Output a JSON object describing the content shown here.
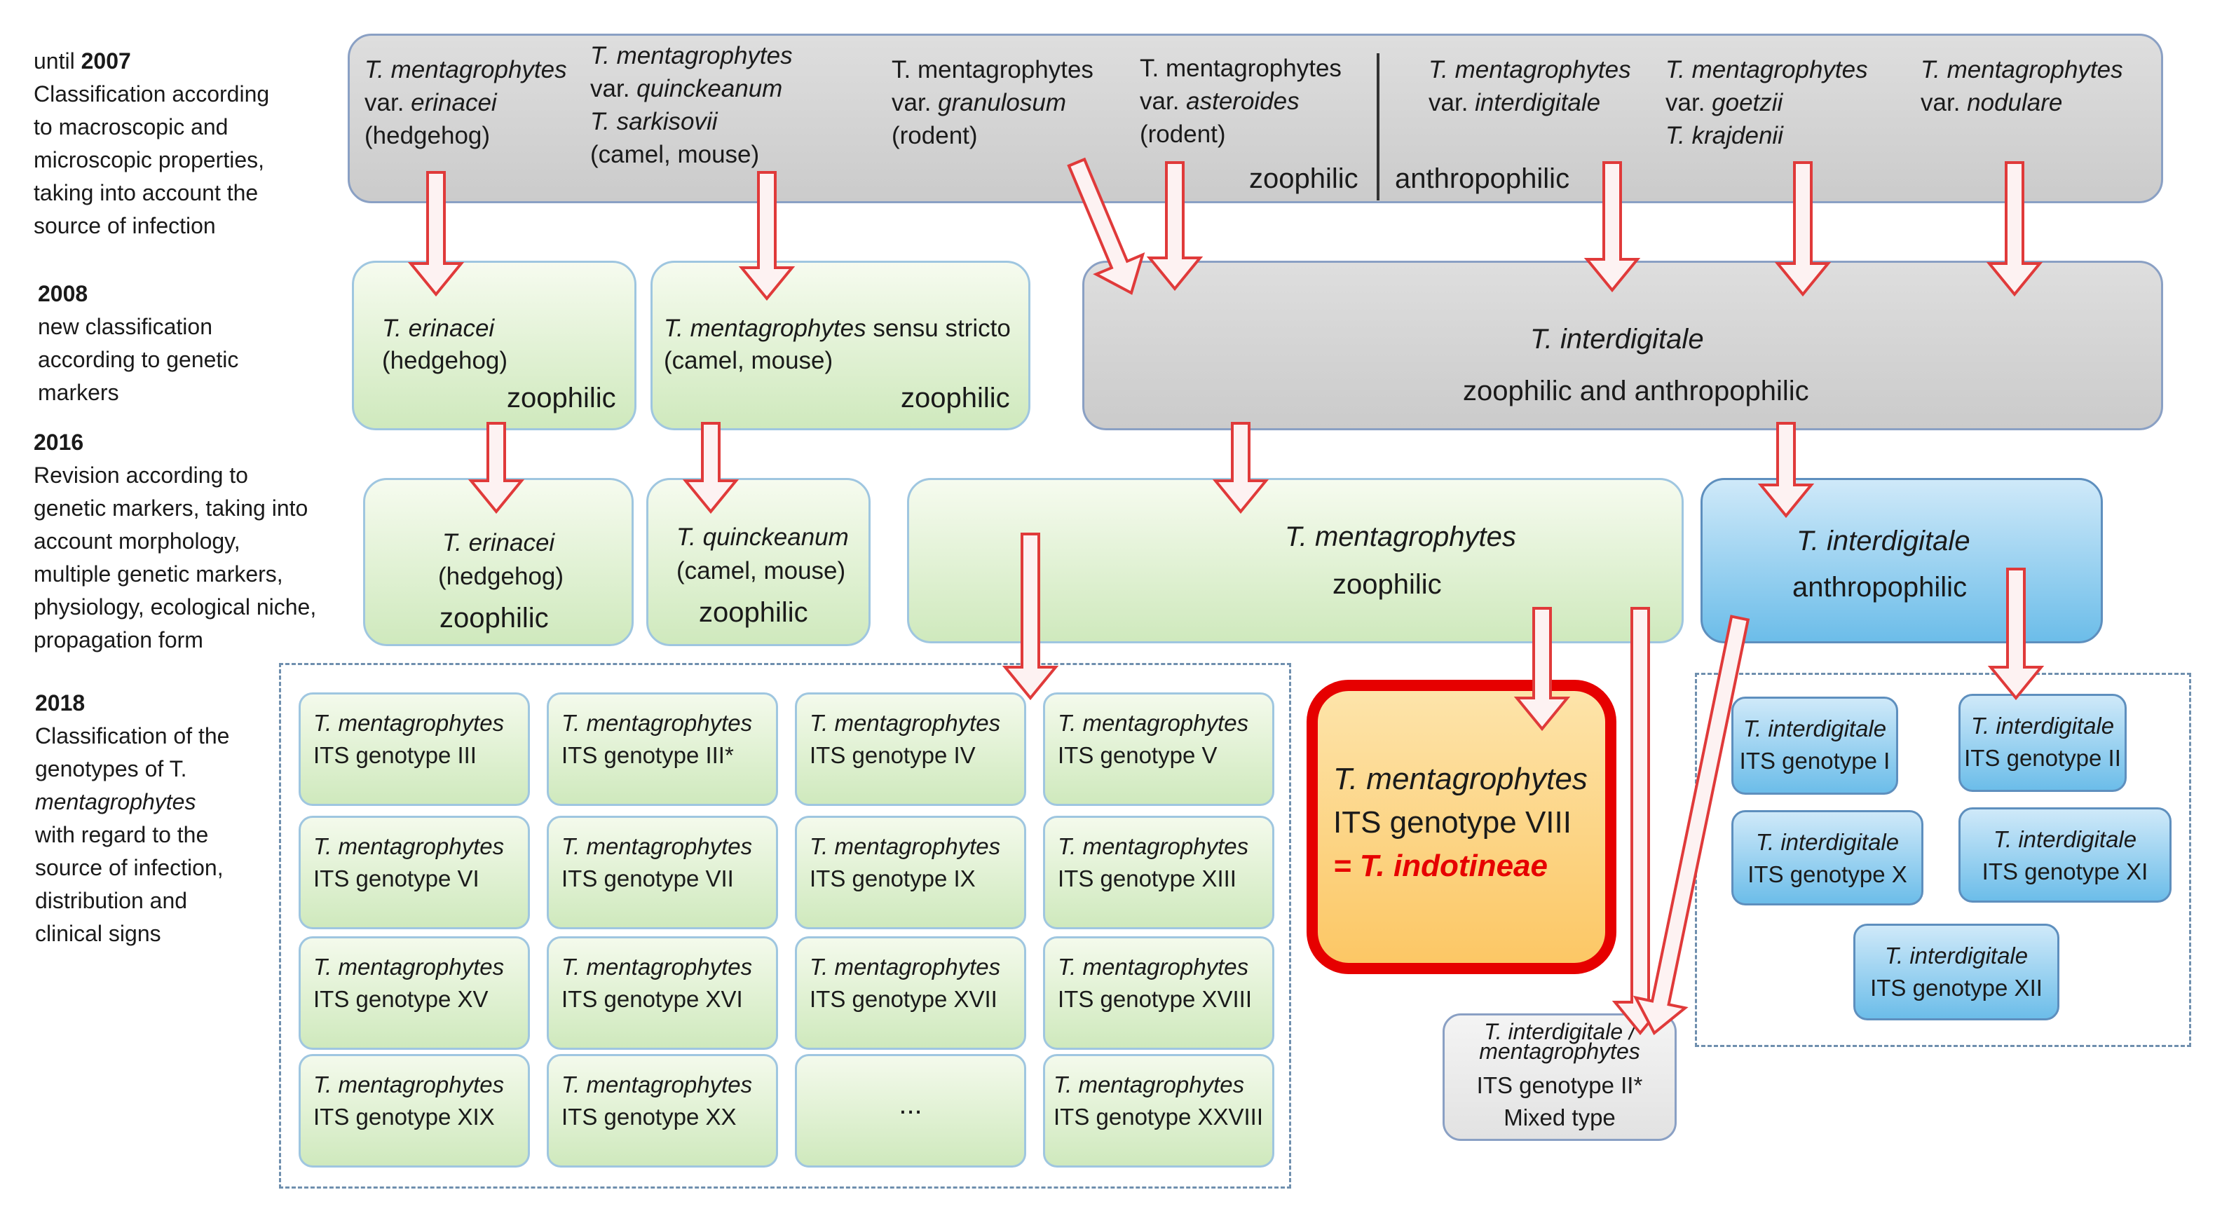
{
  "eras": [
    {
      "prefix": "until ",
      "year": "2007",
      "lines": [
        "Classification according",
        "to macroscopic and",
        "microscopic properties,",
        "taking into account the",
        "source of infection"
      ]
    },
    {
      "prefix": "",
      "year": "2008",
      "lines": [
        "new classification",
        "according to genetic",
        "markers"
      ]
    },
    {
      "prefix": "",
      "year": "2016",
      "lines": [
        "Revision according to",
        "genetic markers, taking into",
        "account morphology,",
        "multiple genetic markers,",
        "physiology, ecological niche,",
        "propagation form"
      ]
    },
    {
      "prefix": "",
      "year": "2018",
      "lines": [
        "Classification of the",
        "genotypes of T.",
        "mentagrophytes",
        "with regard to the",
        "source of infection,",
        "distribution and",
        "clinical signs"
      ]
    }
  ],
  "row2007": {
    "erinacei": {
      "l1": "T. mentagrophytes",
      "l2a": "var. ",
      "l2b": "erinacei",
      "l3": "(hedgehog)"
    },
    "quinckeanum": {
      "l1": "T. mentagrophytes",
      "l2a": "var. ",
      "l2b": "quinckeanum",
      "l3": "T. sarkisovii",
      "l4": "(camel, mouse)"
    },
    "granulosum": {
      "l1": "T. mentagrophytes",
      "l2a": "var. ",
      "l2b": "granulosum",
      "l3": "(rodent)"
    },
    "asteroides": {
      "l1": "T. mentagrophytes",
      "l2a": "var. ",
      "l2b": "asteroides",
      "l3": "(rodent)"
    },
    "interdigitale": {
      "l1": "T. mentagrophytes",
      "l2a": "var. ",
      "l2b": "interdigitale"
    },
    "goetzii": {
      "l1": "T. mentagrophytes",
      "l2a": "var. ",
      "l2b": "goetzii",
      "l3": "T. krajdenii"
    },
    "nodulare": {
      "l1": "T. mentagrophytes",
      "l2a": "var. ",
      "l2b": "nodulare"
    },
    "zoophilic": "zoophilic",
    "anthropophilic": "anthropophilic"
  },
  "row2008": {
    "erinacei": {
      "name": "T. erinacei",
      "host": "(hedgehog)",
      "type": "zoophilic"
    },
    "mentagrophytes": {
      "name": "T. mentagrophytes",
      "suffix": " sensu stricto",
      "host": "(camel, mouse)",
      "type": "zoophilic"
    },
    "interdigitale": {
      "name": "T. interdigitale",
      "type": "zoophilic and anthropophilic"
    }
  },
  "row2016": {
    "erinacei": {
      "name": "T. erinacei",
      "host": "(hedgehog)",
      "type": "zoophilic"
    },
    "quinckeanum": {
      "name": "T. quinckeanum",
      "host": "(camel, mouse)",
      "type": "zoophilic"
    },
    "mentagrophytes": {
      "name": "T. mentagrophytes",
      "type": "zoophilic"
    },
    "interdigitale": {
      "name": "T. interdigitale",
      "type": "anthropophilic"
    }
  },
  "genotypes_species": "T. mentagrophytes",
  "genotypes": [
    "ITS genotype III",
    "ITS genotype III*",
    "ITS genotype IV",
    "ITS genotype V",
    "ITS genotype VI",
    "ITS genotype VII",
    "ITS genotype IX",
    "ITS genotype XIII",
    "ITS genotype XV",
    "ITS genotype XVI",
    "ITS genotype XVII",
    "ITS genotype XVIII",
    "ITS genotype XIX",
    "ITS genotype XX",
    "...",
    "ITS genotype XXVIII"
  ],
  "indotineae": {
    "name": "T. mentagrophytes",
    "genotype": "ITS genotype VIII",
    "alias": "= T. indotineae"
  },
  "mixed": {
    "l1": "T. interdigitale /",
    "l2": "mentagrophytes",
    "l3": "ITS genotype II*",
    "l4": "Mixed type"
  },
  "interdigitale_species": "T. interdigitale",
  "interdigitale_genotypes": [
    "ITS genotype I",
    "ITS genotype II",
    "ITS genotype X",
    "ITS genotype XI",
    "ITS genotype XII"
  ],
  "colors": {
    "highlight_border": "#e60000",
    "highlight_fill": "#fdd077",
    "alias_text": "#e60000",
    "arrow_stroke": "#e03a3a",
    "arrow_fill": "#fdf2f2"
  }
}
